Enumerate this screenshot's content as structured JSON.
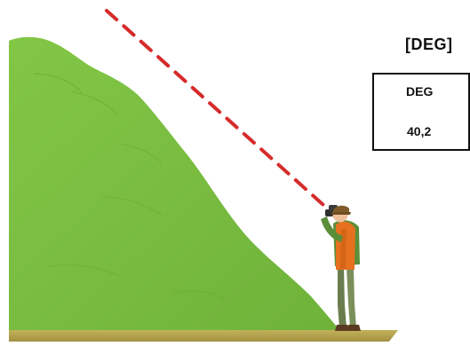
{
  "header": {
    "unit_label": "[DEG]"
  },
  "readout": {
    "unit": "DEG",
    "value": "40,2"
  },
  "colors": {
    "hill": "#7fc043",
    "hill_shadow": "#5f9e31",
    "ground": "#b7a84f",
    "sight_line": "#d62b2b",
    "text": "#111111"
  },
  "icons": {
    "person": "person-icon",
    "hill": "hill-icon"
  }
}
